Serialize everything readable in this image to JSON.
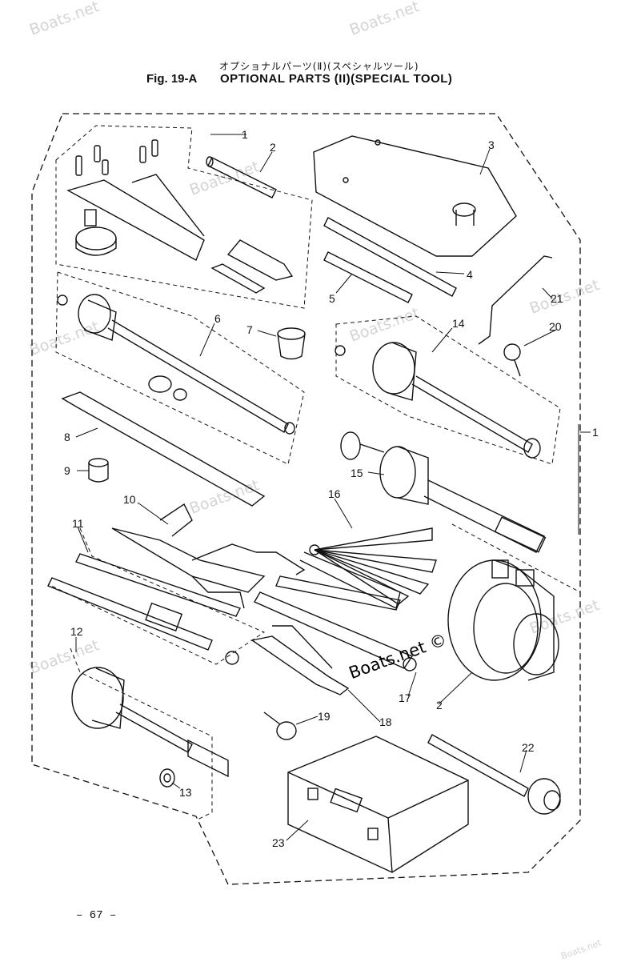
{
  "header": {
    "japanese_title": "オプショナルパーツ(Ⅱ)(スペシャルツール)",
    "fig_label": "Fig. 19-A",
    "title": "OPTIONAL PARTS (II)(SPECIAL TOOL)"
  },
  "watermarks": [
    "Boats.net",
    "Boats.net",
    "Boats.net",
    "Boats.net",
    "Boats.net",
    "Boats.net",
    "Boats.net",
    "Boats.net",
    "Boats.net",
    "Boats.net"
  ],
  "center_watermark": "Boats.net ©",
  "callouts": [
    "1",
    "2",
    "3",
    "4",
    "5",
    "6",
    "7",
    "8",
    "9",
    "10",
    "11",
    "12",
    "13",
    "14",
    "15",
    "16",
    "17",
    "2",
    "18",
    "19",
    "20",
    "21",
    "22",
    "23",
    "1"
  ],
  "page_number": "– 67 –"
}
